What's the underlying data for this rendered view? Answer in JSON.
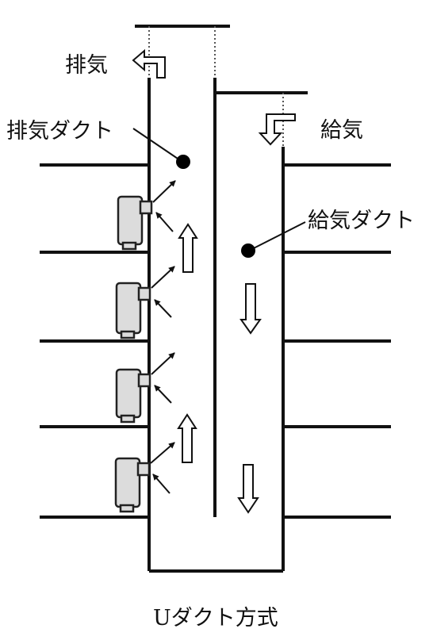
{
  "labels": {
    "exhaust": "排気",
    "supply": "給気",
    "exhaust_duct": "排気ダクト",
    "supply_duct": "給気ダクト",
    "caption": "Uダクト方式"
  },
  "floors": 4,
  "colors": {
    "line": "#111111",
    "heater_fill": "#dcdcdc",
    "dot": "#000000"
  }
}
